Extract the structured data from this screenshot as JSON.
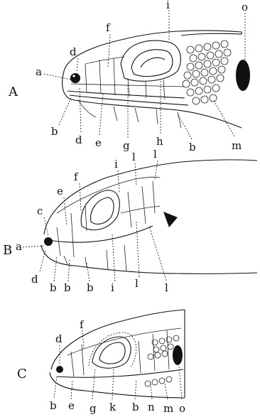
{
  "figures": [
    {
      "id": "A",
      "letter": "A",
      "labels": [
        "a",
        "b",
        "d",
        "d",
        "e",
        "f",
        "g",
        "h",
        "b",
        "m",
        "i",
        "o"
      ]
    },
    {
      "id": "B",
      "letter": "B",
      "labels": [
        "a",
        "c",
        "d",
        "b",
        "b",
        "b",
        "e",
        "f",
        "i",
        "i",
        "l",
        "l",
        "l",
        "l"
      ]
    },
    {
      "id": "C",
      "letter": "C",
      "labels": [
        "d",
        "f",
        "b",
        "e",
        "g",
        "k",
        "b",
        "n",
        "m",
        "o"
      ]
    }
  ]
}
